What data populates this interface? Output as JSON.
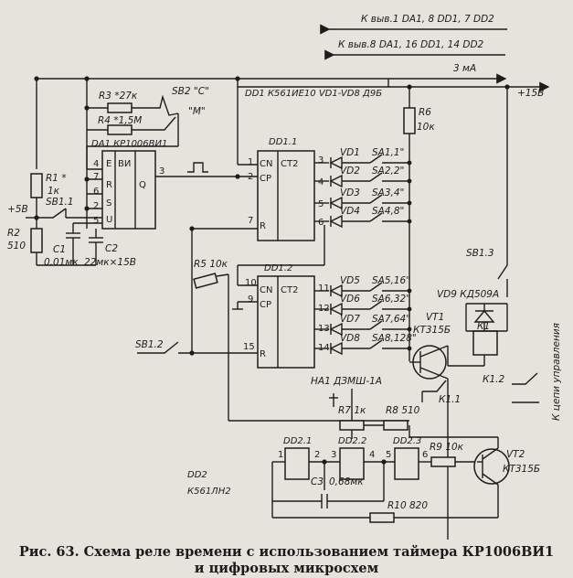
{
  "schematic": {
    "top_notes": {
      "line1": "К выв.1 DA1, 8 DD1, 7 DD2",
      "line2": "К выв.8 DA1, 16 DD1, 14 DD2",
      "current": "3 мА",
      "supply": "+15В"
    },
    "ic_titles": {
      "dd1_note": "DD1  К561ИЕ10  VD1-VD8 Д9Б",
      "da1": "DA1  КР1006ВИ1",
      "dd1_1": "DD1.1",
      "dd1_2": "DD1.2",
      "dd2_name": "DD2",
      "dd2_type": "К561ЛН2",
      "dd2_1": "DD2.1",
      "dd2_2": "DD2.2",
      "dd2_3": "DD2.3"
    },
    "da1_pins": {
      "e": "Е",
      "vi": "ВИ",
      "r": "R",
      "s": "S",
      "u": "U",
      "q": "Q"
    },
    "counter_pins": {
      "cn": "CN",
      "ct2": "CT2",
      "cp": "CP",
      "r": "R"
    },
    "components": {
      "r1": "R1 *",
      "r1v": "1к",
      "r2": "R2",
      "r2v": "510",
      "c1": "C1",
      "c1v": "0,01мк",
      "c2": "C2",
      "c2v": "22мк×15В",
      "r3": "R3 *27к",
      "r4": "R4 *1,5М",
      "sb2": "SB2 \"С\"",
      "sb2m": "\"М\"",
      "sb11": "SB1.1",
      "plus5": "+5В",
      "r5": "R5 10к",
      "r6": "R6",
      "r6v": "10к",
      "sb12": "SB1.2",
      "sb13": "SB1.3",
      "vd9": "VD9 КД509А",
      "vt1": "VT1",
      "vt1t": "КТ315Б",
      "k1": "К1",
      "k11": "К1.1",
      "k12": "К1.2",
      "to_circuit": "К цепи управления",
      "ha1": "НА1 ДЗМШ-1А",
      "r7": "R7 1к",
      "r8": "R8 510",
      "c3": "C3",
      "c3v": "0,68мк",
      "r9": "R9 10к",
      "vt2": "VT2",
      "vt2t": "КТ315Б",
      "r10": "R10 820"
    },
    "switches": [
      {
        "diode": "VD1",
        "sa": "SA1,1\""
      },
      {
        "diode": "VD2",
        "sa": "SA2,2\""
      },
      {
        "diode": "VD3",
        "sa": "SA3,4\""
      },
      {
        "diode": "VD4",
        "sa": "SA4,8\""
      },
      {
        "diode": "VD5",
        "sa": "SA5,16\""
      },
      {
        "diode": "VD6",
        "sa": "SA6,32\""
      },
      {
        "diode": "VD7",
        "sa": "SA7,64\""
      },
      {
        "diode": "VD8",
        "sa": "SA8,128\""
      }
    ]
  },
  "caption": {
    "line1": "Рис. 63. Схема реле времени с использованием таймера КР1006ВИ1",
    "line2": "и цифровых микросхем"
  }
}
